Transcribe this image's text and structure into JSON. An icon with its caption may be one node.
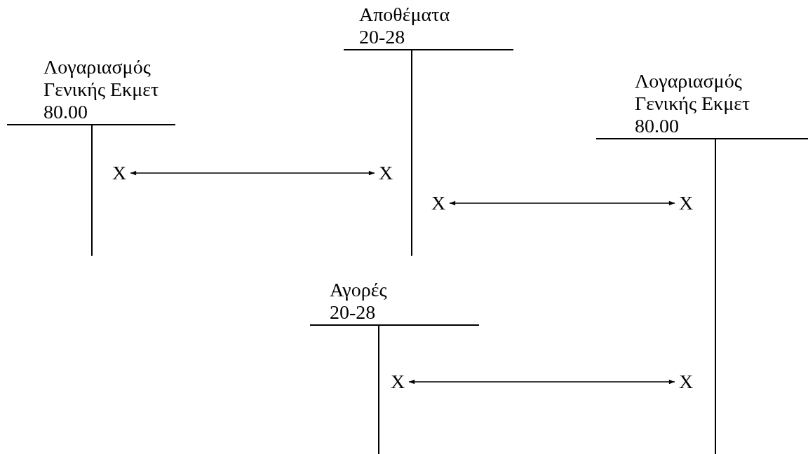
{
  "diagram": {
    "nodes": [
      {
        "text": [
          "Λογαριασμός Γενικής Εκμετ",
          "80.00"
        ]
      },
      {
        "text": [
          "X"
        ],
        "in": 0
      },
      {
        "text": [
          "Αποθέματα",
          "20-28"
        ]
      },
      {
        "text": [
          "X"
        ],
        "in": 2
      },
      {
        "text": [
          "X"
        ],
        "in": 2
      },
      {
        "text": [
          "Λογαριασμός Γενικής Εκμετ",
          "80.00"
        ]
      },
      {
        "text": [
          "X"
        ],
        "in": 5
      },
      {
        "text": [
          "X"
        ],
        "in": 5
      },
      {
        "text": [
          "Αγορές",
          "20-28"
        ]
      },
      {
        "text": [
          "X"
        ],
        "in": 8
      }
    ],
    "edges": [
      {
        "from": 1,
        "to": 3,
        "arrow": "both"
      },
      {
        "from": 4,
        "to": 6,
        "arrow": "both"
      },
      {
        "from": 9,
        "to": 7,
        "arrow": "both"
      }
    ]
  }
}
